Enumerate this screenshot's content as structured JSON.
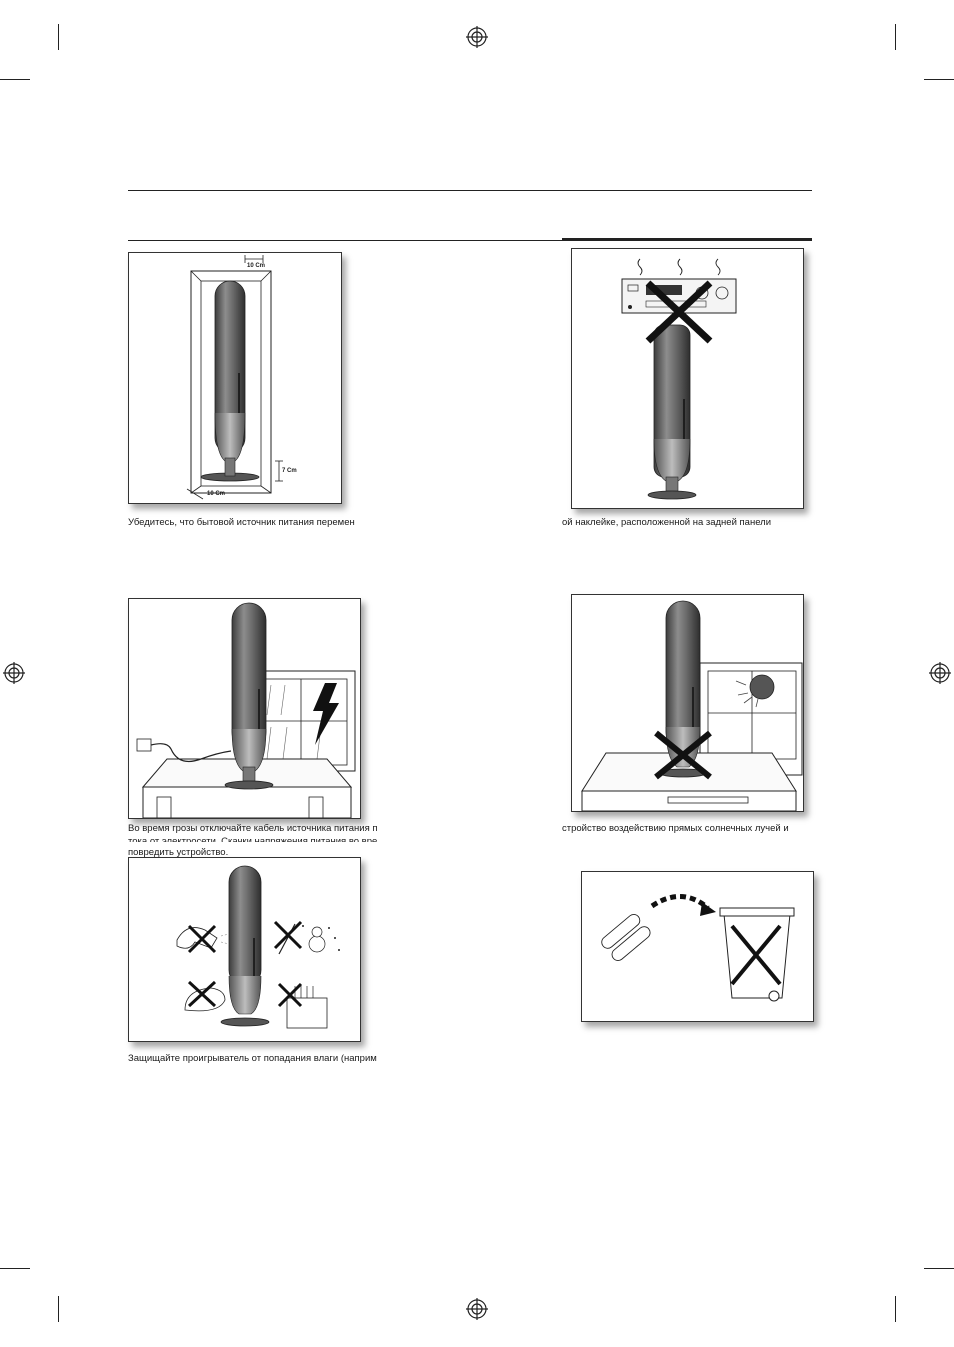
{
  "panels": {
    "clearance": {
      "label_top": "10 Cm",
      "label_side": "7 Cm",
      "label_bottom": "10 Cm"
    }
  },
  "captions": {
    "left_1": "Убедитесь, что бытовой источник питания перемен",
    "right_1": "ой наклейке, расположенной на задней панели",
    "left_2_line1": "Во время грозы отключайте кабель источника питания п",
    "left_2_line2": "тока от электросети. Скачки напряжения питания во вре",
    "left_2_line3": "повредить устройство.",
    "right_2": "стройство воздействию прямых солнечных лучей и",
    "left_3": "Защищайте проигрыватель от попадания влаги (наприм"
  },
  "colors": {
    "ink": "#1a1a1a",
    "speaker_dark": "#4a4a4a",
    "speaker_light": "#9a9a9a"
  }
}
